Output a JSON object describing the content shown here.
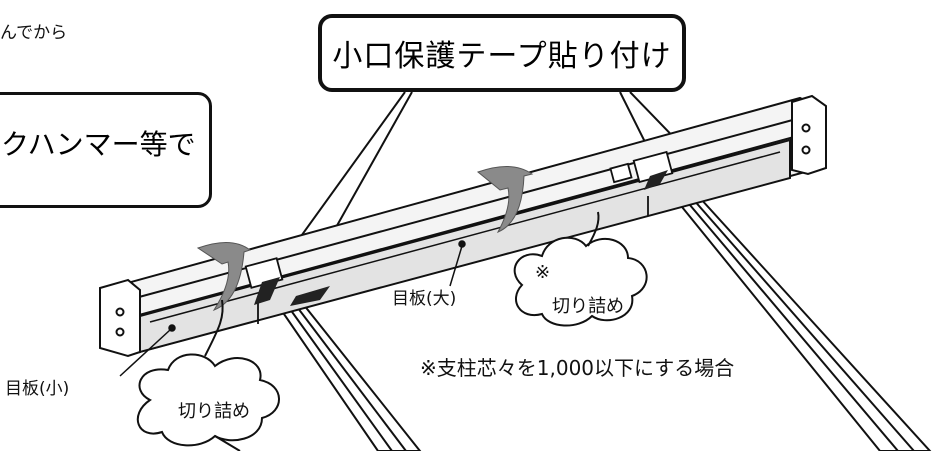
{
  "texts": {
    "top_partial": "んでから",
    "main_callout": "小口保護テープ貼り付け",
    "left_callout": "クハンマー等で",
    "mokuban_small": "目板(小)",
    "mokuban_large": "目板(大)",
    "cloud_small": "切り詰め",
    "cloud_large_mark": "※",
    "cloud_large": "切り詰め",
    "note": "※支柱芯々を1,000以下にする場合"
  },
  "colors": {
    "line": "#111111",
    "rail_light": "#f4f4f4",
    "board_fill": "#e3e3e3",
    "arrow_fill": "#8a8a8a",
    "tape": "#222222"
  }
}
